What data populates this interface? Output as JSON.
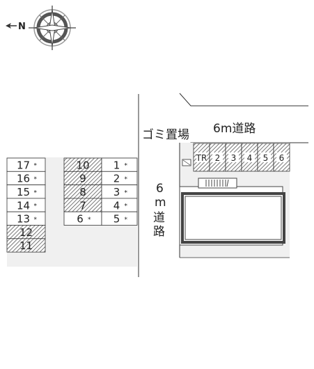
{
  "compass": {
    "north_letter": "N",
    "icon": "compass-rose-icon"
  },
  "road_north": {
    "label": "6m道路"
  },
  "road_west": {
    "chars": [
      "6",
      "m",
      "道",
      "路"
    ]
  },
  "garbage": {
    "label": "ゴミ置場"
  },
  "parking_left": {
    "west_column": [
      {
        "label": "17",
        "mark": "*",
        "hatched": false
      },
      {
        "label": "16",
        "mark": "*",
        "hatched": false
      },
      {
        "label": "15",
        "mark": "*",
        "hatched": false
      },
      {
        "label": "14",
        "mark": "*",
        "hatched": false
      },
      {
        "label": "13",
        "mark": "*",
        "hatched": false
      },
      {
        "label": "12",
        "mark": "",
        "hatched": true
      },
      {
        "label": "11",
        "mark": "",
        "hatched": true
      }
    ],
    "middle_column": [
      {
        "label": "10",
        "mark": "",
        "hatched": true
      },
      {
        "label": "9",
        "mark": "",
        "hatched": true
      },
      {
        "label": "8",
        "mark": "",
        "hatched": true
      },
      {
        "label": "7",
        "mark": "",
        "hatched": true
      },
      {
        "label": "6",
        "mark": "*",
        "hatched": false
      }
    ],
    "east_column": [
      {
        "label": "1",
        "mark": "*",
        "hatched": false
      },
      {
        "label": "2",
        "mark": "*",
        "hatched": false
      },
      {
        "label": "3",
        "mark": "*",
        "hatched": false
      },
      {
        "label": "4",
        "mark": "*",
        "hatched": false
      },
      {
        "label": "5",
        "mark": "*",
        "hatched": false
      }
    ]
  },
  "parking_right": [
    "TR",
    "2",
    "3",
    "4",
    "5",
    "6"
  ],
  "colors": {
    "lot": "#f0f0f0",
    "line": "#333333",
    "hatch": "#555555"
  }
}
